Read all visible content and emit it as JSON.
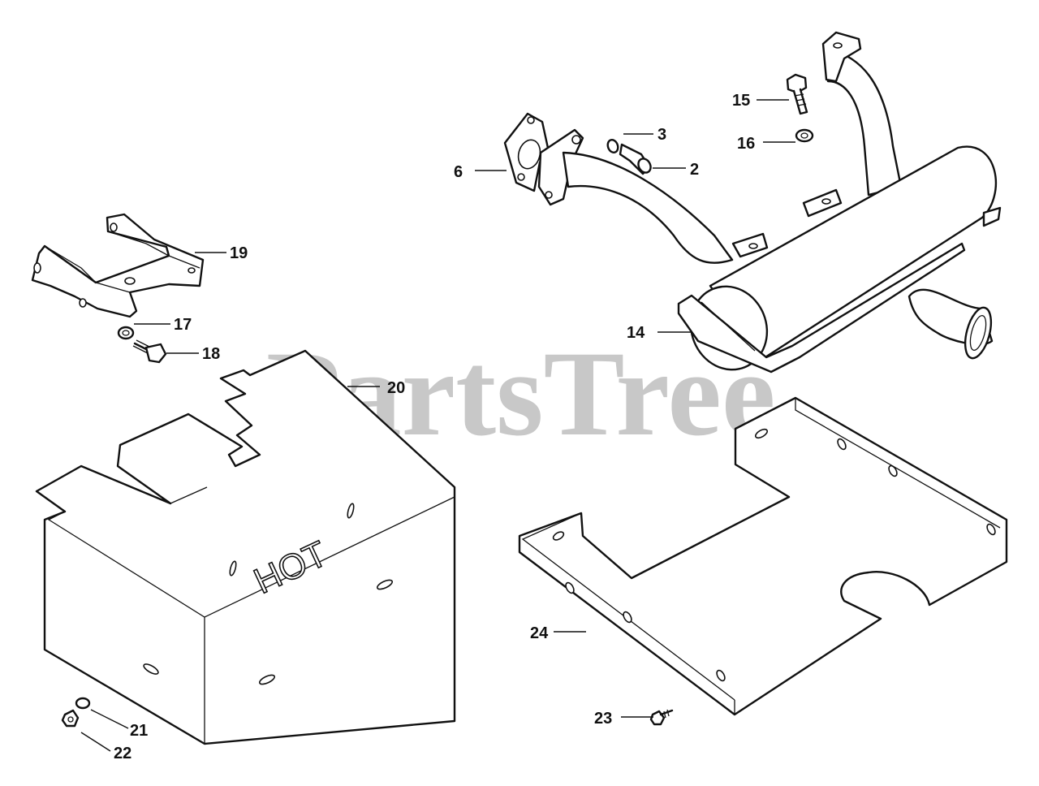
{
  "watermark": "PartsTree",
  "stamp_text": "HOT",
  "callouts": {
    "c2": "2",
    "c3": "3",
    "c6": "6",
    "c14": "14",
    "c15": "15",
    "c16": "16",
    "c17": "17",
    "c18": "18",
    "c19": "19",
    "c20": "20",
    "c21": "21",
    "c22": "22",
    "c23": "23",
    "c24": "24"
  }
}
